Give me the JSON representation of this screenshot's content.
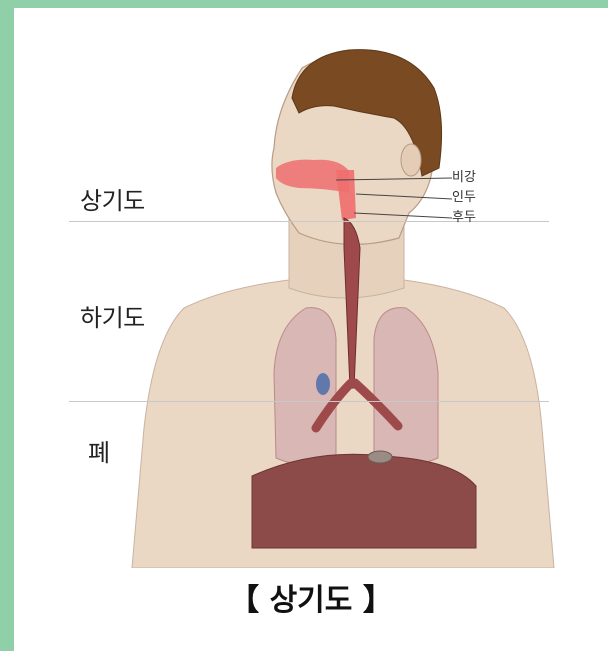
{
  "regions": {
    "upper": "상기도",
    "lower": "하기도",
    "lung": "폐"
  },
  "annotations": {
    "nasal_cavity": "비강",
    "pharynx": "인두",
    "larynx": "후두"
  },
  "caption": "【 상기도 】",
  "colors": {
    "frame": "#8fd0a8",
    "skin": "#ead7c4",
    "hair": "#7a4a22",
    "airway_highlight": "#ef6e6e",
    "trachea": "#9e4a4a",
    "lung": "#d9b7b5",
    "liver": "#8c4a48"
  }
}
